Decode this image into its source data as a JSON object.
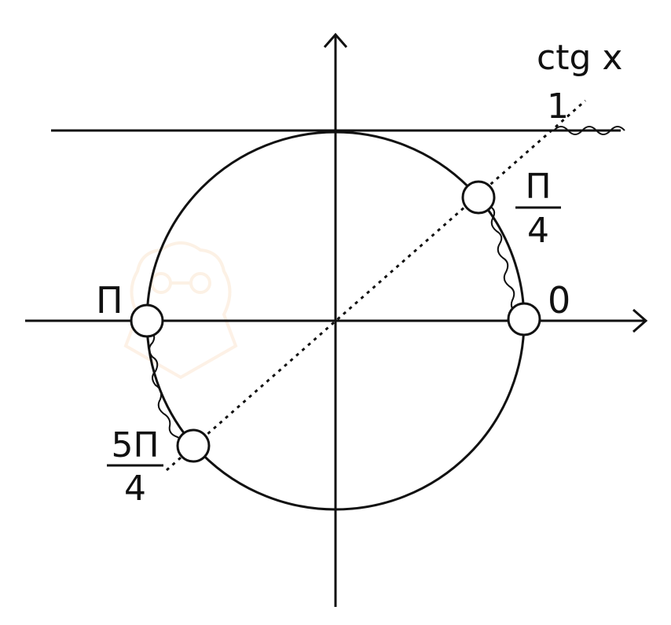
{
  "labels": {
    "axis_title": "ctg x",
    "value_one": "1",
    "point_zero": "0",
    "point_pi": "П",
    "pi_quarter": {
      "numerator": "П",
      "denominator": "4"
    },
    "five_pi_quarter": {
      "numerator": "5П",
      "denominator": "4"
    }
  },
  "colors": {
    "ink": "#111111",
    "watermark": "#f6c99a"
  },
  "icons": {
    "watermark": "bear-with-glasses-logo"
  }
}
